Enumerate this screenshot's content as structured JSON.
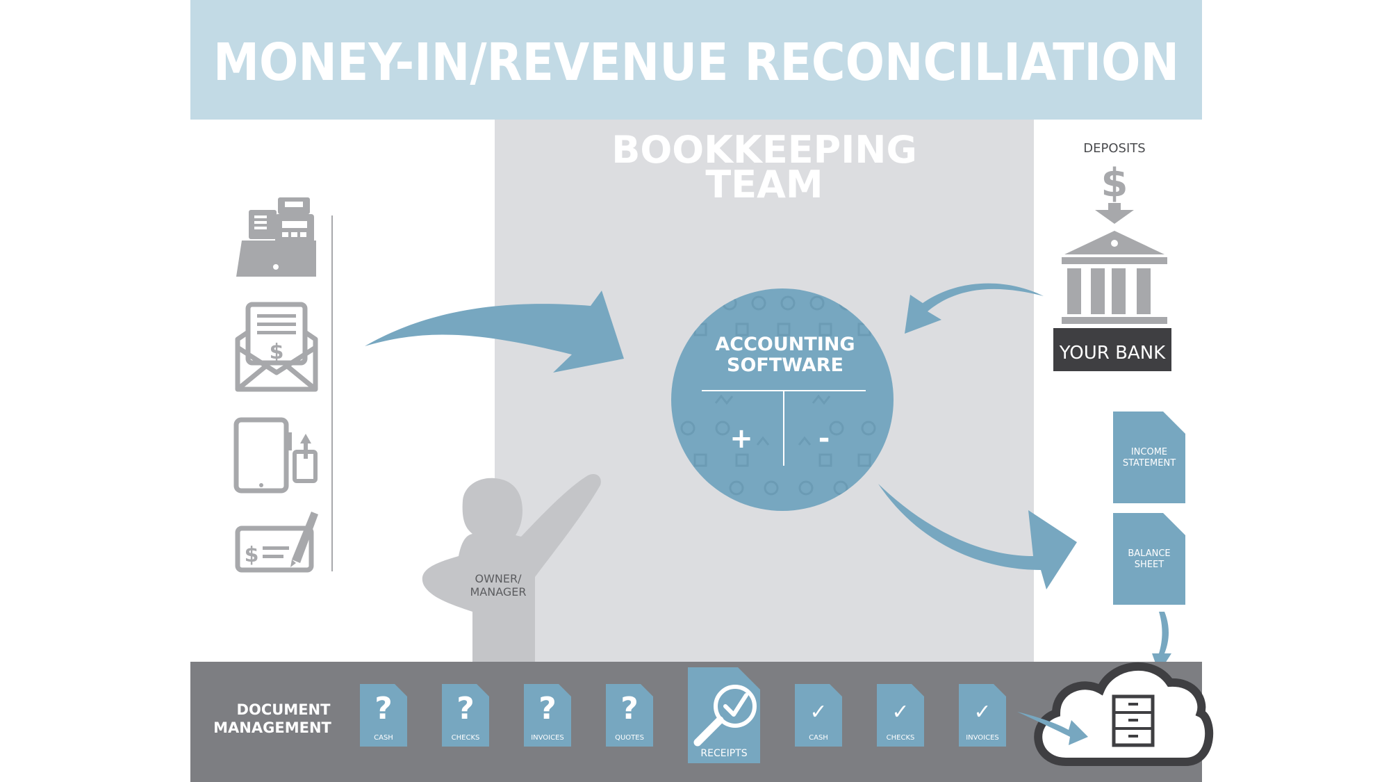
{
  "title": "MONEY-IN/REVENUE RECONCILIATION",
  "team": {
    "line1": "BOOKKEEPING",
    "line2": "TEAM"
  },
  "software": {
    "line1": "ACCOUNTING",
    "line2": "SOFTWARE",
    "plus": "+",
    "minus": "-"
  },
  "deposits_label": "DEPOSITS",
  "bank_label": "YOUR BANK",
  "reports": [
    {
      "line1": "INCOME",
      "line2": "STATEMENT"
    },
    {
      "line1": "BALANCE",
      "line2": "SHEET"
    }
  ],
  "owner": {
    "line1": "OWNER/",
    "line2": "MANAGER"
  },
  "doc_management": {
    "line1": "DOCUMENT",
    "line2": "MANAGEMENT"
  },
  "documents": [
    {
      "mark": "?",
      "label": "CASH"
    },
    {
      "mark": "?",
      "label": "CHECKS"
    },
    {
      "mark": "?",
      "label": "INVOICES"
    },
    {
      "mark": "?",
      "label": "QUOTES"
    },
    {
      "mark": "",
      "label": "RECEIPTS"
    },
    {
      "mark": "✓",
      "label": "CASH"
    },
    {
      "mark": "✓",
      "label": "CHECKS"
    },
    {
      "mark": "✓",
      "label": "INVOICES"
    }
  ],
  "colors": {
    "banner": "#c2dae5",
    "team_panel": "#dcdde0",
    "steel_blue": "#77a7c0",
    "icon_gray": "#a7a8ab",
    "footer": "#7d7e82",
    "bank_dark": "#3f3f42"
  }
}
